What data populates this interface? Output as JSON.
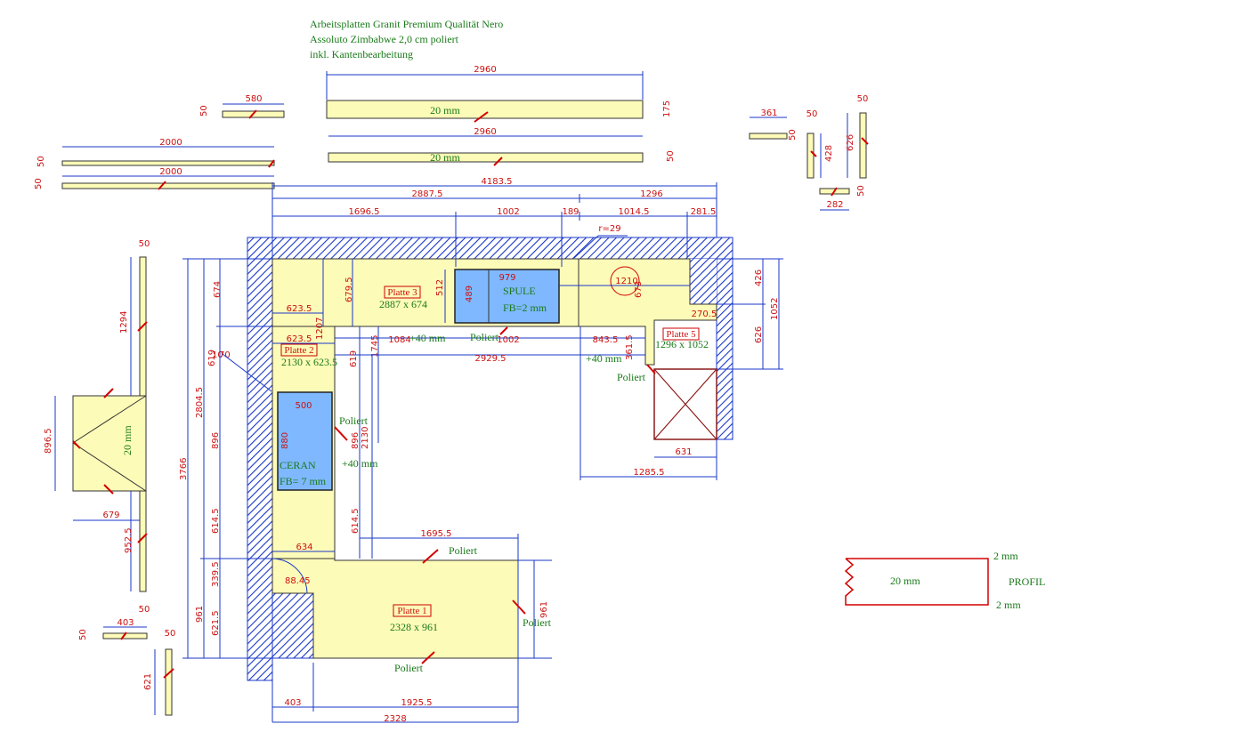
{
  "header": {
    "line1": "Arbeitsplatten Granit Premium Qualität Nero",
    "line2": "Assoluto Zimbabwe 2,0 cm poliert",
    "line3": "inkl. Kantenbearbeitung"
  },
  "strips": {
    "s580": "580",
    "s580_h": "50",
    "s2960a": "2960",
    "s2960a_text": "20 mm",
    "s2960a_h": "175",
    "s2960b": "2960",
    "s2960b_text": "20 mm",
    "s2960b_h": "50",
    "s2000a": "2000",
    "s2000a_h": "50",
    "s2000b": "2000",
    "s2000b_h": "50",
    "s361": "361",
    "s361_h": "50",
    "s428": "428",
    "s428_w": "50",
    "s626": "626",
    "s626_w": "50",
    "s282": "282",
    "s282_h": "50",
    "s1294": "1294",
    "s1294_w": "50",
    "s952": "952.5",
    "s952_w": "50",
    "s896": "896.5",
    "s679": "679",
    "s896_text": "20 mm",
    "s403": "403",
    "s403_h": "50",
    "s621": "621",
    "s621_w": "50"
  },
  "dims": {
    "d4183": "4183.5",
    "d2887": "2887.5",
    "d1296": "1296",
    "d1696": "1696.5",
    "d1002": "1002",
    "d189": "189",
    "d1014": "1014.5",
    "d281": "281.5",
    "r29": "r=29",
    "d674": "674",
    "d679": "679.5",
    "d512": "512",
    "d489": "489",
    "d979": "979",
    "d1210": "1210",
    "d673": "673",
    "d270": "270.5",
    "d426": "426",
    "d626": "626",
    "d1052": "1052",
    "d623a": "623.5",
    "d623b": "623.5",
    "d1207": "1207",
    "d1745": "1745",
    "d1084": "1084",
    "d1002b": "1002",
    "d843": "843.5",
    "d361": "361.5",
    "d2929": "2929.5",
    "d619a": "619",
    "d619b": "619",
    "d500": "500",
    "d880": "880",
    "d896a": "896",
    "d896b": "896",
    "d2130": "2130",
    "d3766": "3766",
    "d2804": "2804.5",
    "d614a": "614.5",
    "d614b": "614.5",
    "d634": "634",
    "d1695": "1695.5",
    "d339": "339.5",
    "d961a": "961",
    "d621": "621.5",
    "d961b": "961",
    "d403": "403",
    "d1925": "1925.5",
    "d2328": "2328",
    "d631": "631",
    "d1285": "1285.5",
    "d88": "88.45",
    "d10": "10",
    "d70": "70"
  },
  "plates": {
    "p3_name": "Platte 3",
    "p3_size": "2887 x 674",
    "p2_name": "Platte 2",
    "p2_size": "2130 x 623.5",
    "p5_name": "Platte 5",
    "p5_size": "1296 x 1052",
    "p1_name": "Platte 1",
    "p1_size": "2328 x 961"
  },
  "labels": {
    "spule": "SPULE",
    "spule_fb": "FB=2 mm",
    "ceran": "CERAN",
    "ceran_fb": "FB= 7 mm",
    "plus40a": "+40 mm",
    "plus40b": "+40 mm",
    "plus40c": "+40 mm",
    "poliert1": "Poliert",
    "poliert2": "Poliert",
    "poliert3": "Poliert",
    "poliert4": "Poliert",
    "poliert5": "Poliert",
    "poliert6": "Poliert"
  },
  "profile": {
    "thickness": "20 mm",
    "top": "2 mm",
    "bottom": "2 mm",
    "title": "PROFIL"
  },
  "colors": {
    "slab": "#fdfbb8",
    "wall_hatch": "#1a37c8",
    "dimension": "#cc1111",
    "label": "#1a7a1a",
    "sink": "#7fb8ff"
  }
}
